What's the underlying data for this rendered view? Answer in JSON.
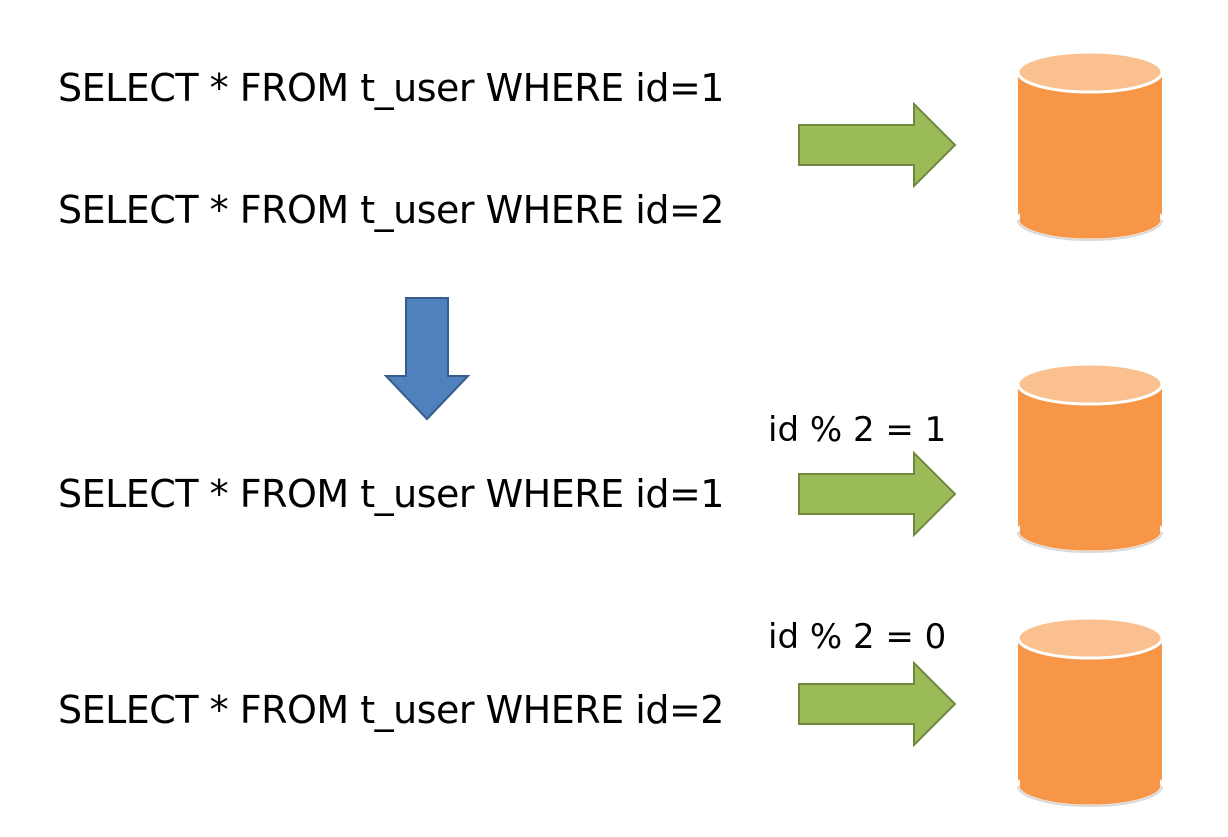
{
  "before": {
    "queries": [
      "SELECT * FROM t_user WHERE id=1",
      "SELECT * FROM t_user WHERE id=2"
    ]
  },
  "after": {
    "routes": [
      {
        "condition": "id % 2 = 1",
        "query": "SELECT * FROM t_user WHERE id=1"
      },
      {
        "condition": "id % 2 = 0",
        "query": "SELECT * FROM t_user WHERE id=2"
      }
    ]
  },
  "colors": {
    "route_arrow": "#9bbb59",
    "route_arrow_outline": "#71893f",
    "transform_arrow": "#4f81bd",
    "transform_arrow_outline": "#385d8a",
    "database_body": "#f79646",
    "database_top": "#fbc08f",
    "database_rim": "#ffffff"
  },
  "icons": {
    "database": "database-cylinder-icon",
    "route_arrow": "right-arrow-icon",
    "transform_arrow": "down-arrow-icon"
  }
}
